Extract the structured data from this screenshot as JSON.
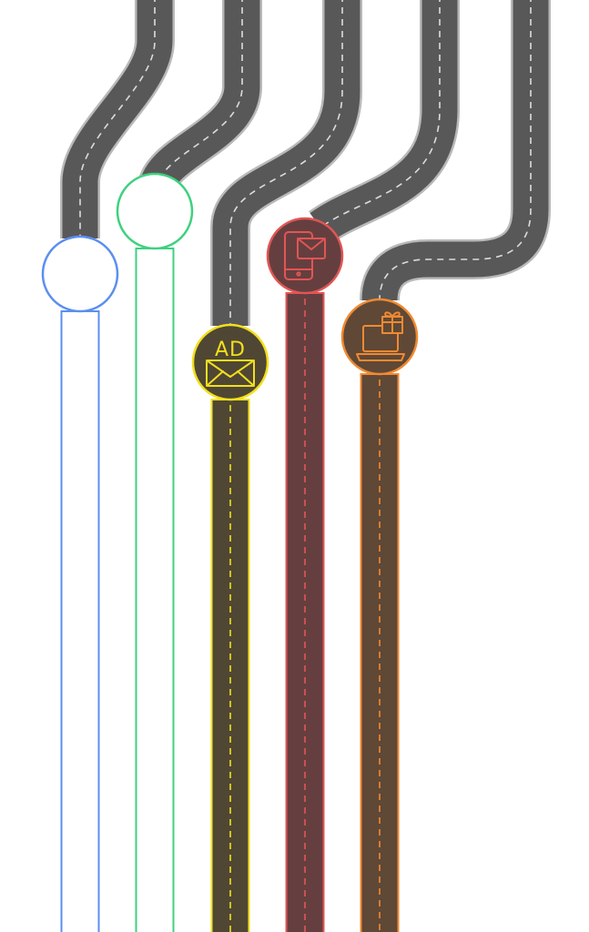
{
  "colors": {
    "asphalt": "#585858",
    "road_edge": "#b9b9b9",
    "lane_dash": "#dcdcdc",
    "background": "#ffffff"
  },
  "routes": [
    {
      "id": "route-1",
      "name": "blue-route",
      "accent": "#5b8ff0",
      "lower_fill": "#ffffff",
      "lower_dash": false,
      "icon": "none"
    },
    {
      "id": "route-2",
      "name": "green-route",
      "accent": "#3ed17f",
      "lower_fill": "#ffffff",
      "lower_dash": false,
      "icon": "none"
    },
    {
      "id": "route-3",
      "name": "yellow-route",
      "accent": "#f2df1d",
      "lower_fill": "#4f4733",
      "lower_dash": true,
      "icon": "ad-envelope-icon",
      "icon_text": "AD"
    },
    {
      "id": "route-4",
      "name": "red-route",
      "accent": "#e25555",
      "lower_fill": "#653f3f",
      "lower_dash": true,
      "icon": "phone-message-icon"
    },
    {
      "id": "route-5",
      "name": "orange-route",
      "accent": "#f08a32",
      "lower_fill": "#5f4836",
      "lower_dash": true,
      "icon": "laptop-gift-icon"
    }
  ]
}
